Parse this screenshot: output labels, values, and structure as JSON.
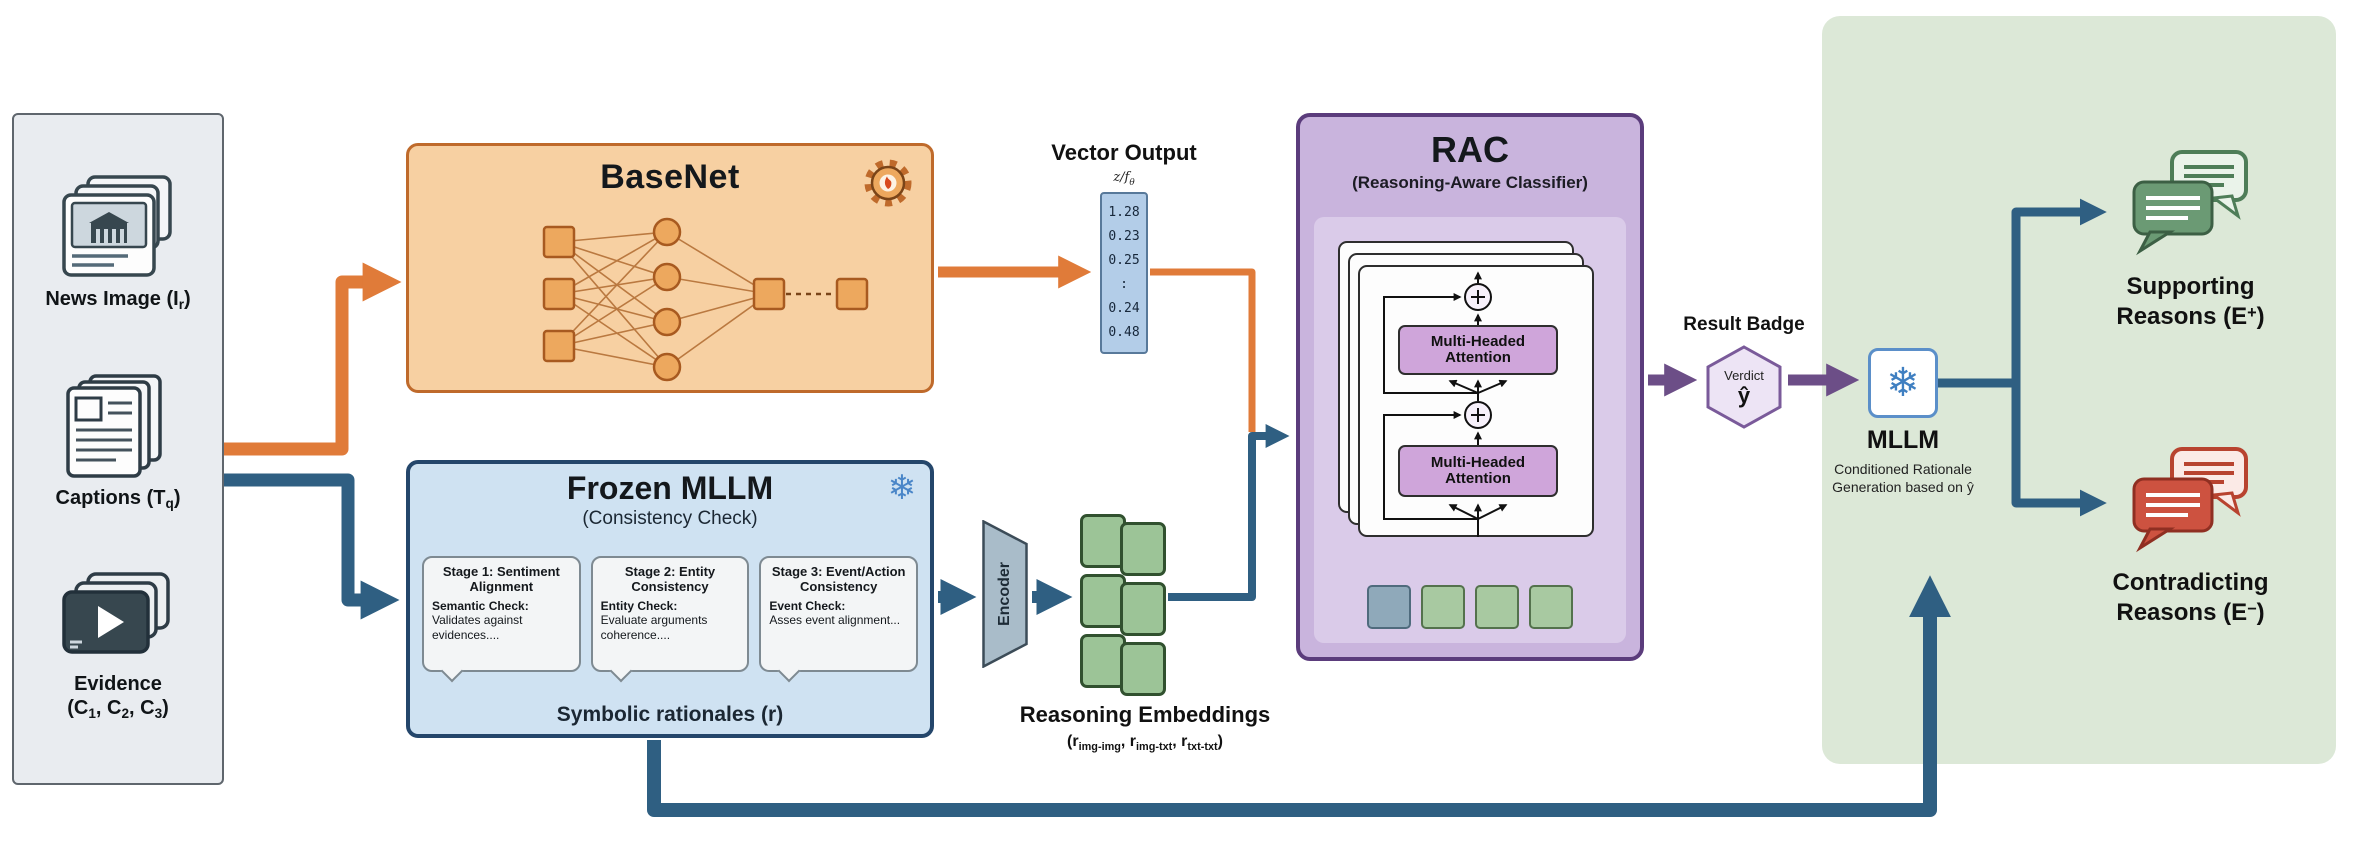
{
  "colors": {
    "orange": "#E07B39",
    "blue": "#2F5F82",
    "purple": "#6C4E87",
    "green_panel": "#DCE8D7",
    "supporting_green": "#6B9A74",
    "contradicting_red": "#CD5240",
    "embedding_green": "#9CC497",
    "vector_blue": "#B3CDE8"
  },
  "icons": {
    "snowflake": "❄"
  },
  "inputs": {
    "news_image": {
      "pre": "News Image (I",
      "sub": "r",
      "post": ")"
    },
    "captions": {
      "pre": "Captions (T",
      "sub": "q",
      "post": ")"
    },
    "evidence": {
      "title": "Evidence",
      "pre": "(C",
      "s1": "1",
      "m1": ", C",
      "s2": "2",
      "m2": ", C",
      "s3": "3",
      "post": ")"
    }
  },
  "basenet": {
    "title": "BaseNet"
  },
  "vector_output": {
    "title": "Vector Output",
    "formula_pre": "z/f",
    "formula_sub": "θ",
    "values": [
      "1.28",
      "0.23",
      "0.25",
      ":",
      "0.24",
      "0.48"
    ]
  },
  "frozen_mllm": {
    "title": "Frozen MLLM",
    "subtitle": "(Consistency Check)",
    "stages": [
      {
        "title": "Stage 1: Sentiment Alignment",
        "check": "Semantic Check:",
        "desc": "Validates against evidences...."
      },
      {
        "title": "Stage 2: Entity Consistency",
        "check": "Entity Check:",
        "desc": "Evaluate arguments coherence...."
      },
      {
        "title": "Stage 3: Event/Action Consistency",
        "check": "Event Check:",
        "desc": "Asses event alignment..."
      }
    ],
    "footer": "Symbolic rationales (r)"
  },
  "encoder": {
    "label": "Encoder"
  },
  "reasoning_embeddings": {
    "title": "Reasoning Embeddings",
    "sub": {
      "pre": "(r",
      "s1": "img-img",
      "m1": ", r",
      "s2": "img-txt",
      "m2": ", r",
      "s3": "txt-txt",
      "post": ")"
    }
  },
  "rac": {
    "title": "RAC",
    "subtitle": "(Reasoning-Aware Classifier)",
    "attention_label": "Multi-Headed Attention"
  },
  "result_badge": {
    "label": "Result Badge",
    "verdict": "Verdict",
    "yhat": "ŷ"
  },
  "mllm": {
    "title": "MLLM",
    "subtitle": "Conditioned Rationale Generation based on ŷ"
  },
  "outputs": {
    "supporting": {
      "pre": "Supporting Reasons (E",
      "sup": "+",
      "post": ")"
    },
    "contradicting": {
      "pre": "Contradicting Reasons (E",
      "sup": "−",
      "post": ")"
    }
  }
}
